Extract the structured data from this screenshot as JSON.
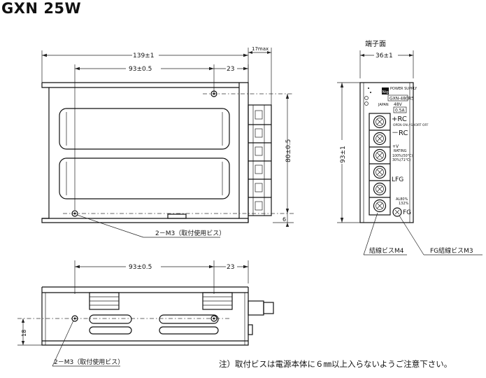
{
  "title": "GXN 25W",
  "dimensions": {
    "length": "139±1",
    "protrusion": "17max",
    "hole_pitch": "93±0.5",
    "hole_offset": "23",
    "height": "80±0.5",
    "bottom_offset": "6",
    "width": "36±1",
    "depth_side": "93±1",
    "side_height": "18",
    "bottom_hole_pitch": "93±0.5",
    "bottom_hole_offset": "23"
  },
  "callouts": {
    "mount_top": "2－M3（取付使用ビス）",
    "mount_bottom": "2－M3（取付使用ビス）",
    "terminal_screw": "結線ビスM4",
    "fg_screw": "FG結線ビスM3"
  },
  "terminal_face": {
    "title": "端子面",
    "brand": "Nigen",
    "product": "POWER SUPPLY",
    "model": "GXN-480R5",
    "origin": "JAPAN",
    "voltage": "48V",
    "current": "0.5A",
    "rc_plus": "+RC",
    "rc_small": "OPEN ON / SHORT OFF",
    "rc_minus": "－RC",
    "rating_v": "+V",
    "rating_label": "RATING",
    "rating_1": "100%(50°C)",
    "rating_2": "30%(71°C)",
    "lfg": "LFG",
    "fg_alarm_1": "AL80%",
    "fg_alarm_2": "132%",
    "fg": "FG"
  },
  "note": "注）取付ビスは電源本体に６㎜以上入らないようご注意下さい。"
}
